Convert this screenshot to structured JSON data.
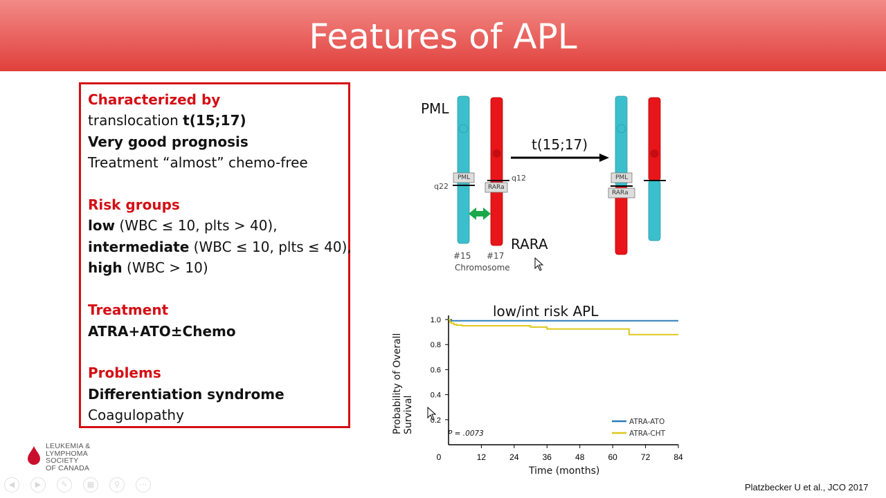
{
  "slide": {
    "title": "Features of APL",
    "citation": "Platzbecker U et al., JCO 2017"
  },
  "panel": {
    "lines": [
      {
        "a": "Characterized by",
        "b": "",
        "c": ""
      },
      {
        "a": "translocation ",
        "b": "t(15;17)",
        "c": ""
      },
      {
        "a": "",
        "b": "Very good prognosis",
        "c": ""
      },
      {
        "a": "Treatment “almost” chemo-free",
        "b": "",
        "c": ""
      },
      {
        "a": "Risk groups",
        "b": "",
        "c": ""
      },
      {
        "a": "",
        "b": "low",
        "c": " (WBC ≤ 10, plts > 40),"
      },
      {
        "a": "",
        "b": "intermediate",
        "c": " (WBC ≤ 10, plts ≤ 40),"
      },
      {
        "a": "",
        "b": "high",
        "c": " (WBC > 10)"
      },
      {
        "a": "Treatment",
        "b": "",
        "c": ""
      },
      {
        "a": "",
        "b": "ATRA+ATO±Chemo",
        "c": ""
      },
      {
        "a": "Problems",
        "b": "",
        "c": ""
      },
      {
        "a": "",
        "b": "Differentiation syndrome",
        "c": ""
      },
      {
        "a": "Coagulopathy",
        "b": "",
        "c": ""
      }
    ]
  },
  "diagram": {
    "pml": "PML",
    "rara": "RARA",
    "translocation": "t(15;17)",
    "q22": "q22",
    "q12": "q12",
    "pml_box": "PML",
    "rara_box": "RARa",
    "chr15": "#15",
    "chr17": "#17",
    "chromosome": "Chromosome",
    "colors": {
      "cyan": "#3cbfcc",
      "red": "#e8161a",
      "green": "#1aa84a"
    }
  },
  "chart_data": {
    "type": "line",
    "title": "low/int risk APL",
    "xlabel": "Time (months)",
    "ylabel": "Probability of Overall Survival",
    "xticks": [
      "0",
      "12",
      "24",
      "36",
      "48",
      "60",
      "72",
      "84"
    ],
    "yticks": [
      "0.2",
      "0.4",
      "0.6",
      "0.8",
      "1.0"
    ],
    "xlim": [
      0,
      84
    ],
    "ylim": [
      0,
      1.0
    ],
    "annotation": "P = .0073",
    "series": [
      {
        "name": "ATRA-ATO",
        "color": "#2b7bb9",
        "x": [
          0,
          1,
          84
        ],
        "y": [
          1.0,
          0.99,
          0.99
        ]
      },
      {
        "name": "ATRA-CHT",
        "color": "#dec81a",
        "x": [
          0,
          0.5,
          1,
          2,
          3,
          5,
          30,
          36,
          66,
          84
        ],
        "y": [
          1.0,
          0.98,
          0.97,
          0.96,
          0.955,
          0.95,
          0.94,
          0.925,
          0.88,
          0.88
        ]
      }
    ]
  },
  "logo": {
    "lines": [
      "LEUKEMIA &",
      "LYMPHOMA",
      "SOCIETY",
      "OF CANADA"
    ]
  },
  "controls": [
    "prev-icon",
    "next-icon",
    "pen-icon",
    "slides-icon",
    "zoom-icon",
    "more-icon"
  ]
}
